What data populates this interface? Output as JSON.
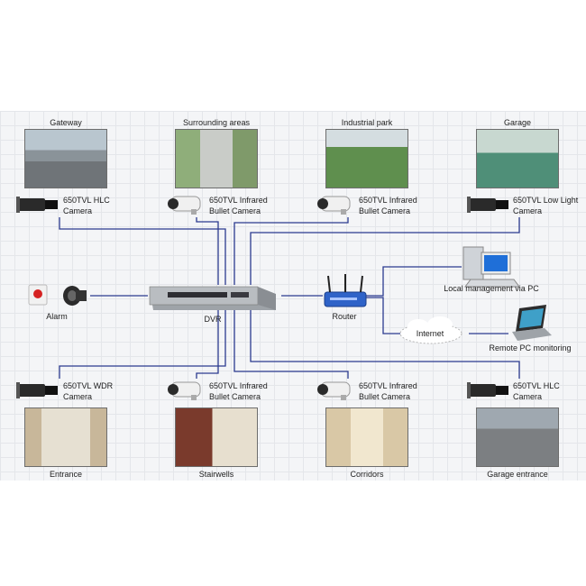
{
  "top_locations": [
    {
      "title": "Gateway",
      "camera": "650TVL HLC\nCamera"
    },
    {
      "title": "Surrounding areas",
      "camera": "650TVL Infrared\nBullet Camera"
    },
    {
      "title": "Industrial park",
      "camera": "650TVL Infrared\nBullet Camera"
    },
    {
      "title": "Garage",
      "camera": "650TVL Low Light\nCamera"
    }
  ],
  "bottom_locations": [
    {
      "title": "Entrance",
      "camera": "650TVL WDR\nCamera"
    },
    {
      "title": "Stairwells",
      "camera": "650TVL Infrared\nBullet Camera"
    },
    {
      "title": "Corridors",
      "camera": "650TVL Infrared\nBullet Camera"
    },
    {
      "title": "Garage entrance",
      "camera": "650TVL HLC\nCamera"
    }
  ],
  "center": {
    "alarm": "Alarm",
    "dvr": "DVR",
    "router": "Router",
    "internet": "Internet"
  },
  "right": {
    "local_pc": "Local management via PC",
    "remote_pc": "Remote PC monitoring"
  },
  "colors": {
    "line": "#2b3a8f",
    "grid_bg": "#f4f5f7"
  }
}
